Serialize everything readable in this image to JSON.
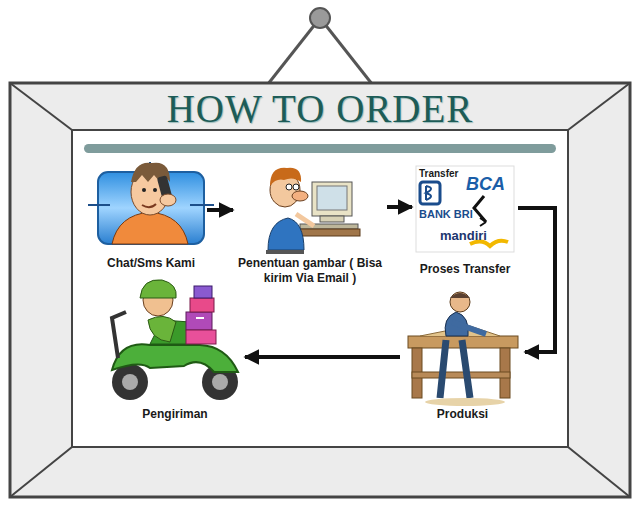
{
  "diagram": {
    "title": "HOW TO ORDER",
    "nodes": [
      {
        "text": [
          "Chat/Sms Kami"
        ]
      },
      {
        "text": [
          "Penentuan gambar ( Bisa kirim Via Email )"
        ]
      },
      {
        "text": [
          "Proses Transfer"
        ]
      },
      {
        "text": [
          "Produksi"
        ]
      },
      {
        "text": [
          "Pengiriman"
        ]
      }
    ],
    "edges": [
      {
        "from": 0,
        "to": 1,
        "arrow": "to"
      },
      {
        "from": 1,
        "to": 2,
        "arrow": "to"
      },
      {
        "from": 2,
        "to": 3,
        "arrow": "to"
      },
      {
        "from": 3,
        "to": 4,
        "arrow": "to"
      }
    ],
    "labels": [
      "Transfer",
      "BCA",
      "BANK BRI",
      "mandiri"
    ]
  }
}
